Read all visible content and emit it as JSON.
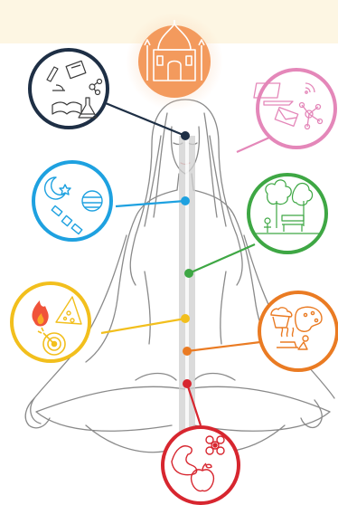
{
  "colors": {
    "background": "#ffffff",
    "top_band": "#fdf6e3",
    "figure_line": "#8a8a8a",
    "spine_band": "#cfcfcf",
    "crown": "#f39a5d",
    "crown_glow": "#fbd1b0",
    "third_eye": "#1e2f45",
    "throat": "#e487b9",
    "upper_blue": "#1ea1e0",
    "heart": "#3ea744",
    "solar": "#f2bf1d",
    "sacral": "#ea7b23",
    "root": "#d7262f",
    "icon_line": "#3b3b3b"
  },
  "nodes": [
    {
      "name": "crown",
      "color_key": "crown",
      "icons": [
        "taj-mahal-icon"
      ]
    },
    {
      "name": "third-eye",
      "color_key": "third_eye",
      "icons": [
        "book-icon",
        "microscope-icon",
        "flask-icon",
        "molecule-icon",
        "open-book-icon"
      ]
    },
    {
      "name": "throat",
      "color_key": "throat",
      "icons": [
        "laptop-icon",
        "wifi-icon",
        "envelope-icon",
        "network-icon"
      ]
    },
    {
      "name": "upper-blue",
      "color_key": "upper_blue",
      "icons": [
        "moon-star-icon",
        "planet-icon",
        "satellite-icon"
      ]
    },
    {
      "name": "heart",
      "color_key": "heart",
      "icons": [
        "park-scene-icon",
        "bench-icon",
        "tree-icon"
      ]
    },
    {
      "name": "solar",
      "color_key": "solar",
      "icons": [
        "flame-icon",
        "pizza-icon",
        "target-icon"
      ]
    },
    {
      "name": "sacral",
      "color_key": "sacral",
      "icons": [
        "cupcake-icon",
        "palette-icon",
        "spa-icon"
      ]
    },
    {
      "name": "root",
      "color_key": "root",
      "icons": [
        "flexed-arm-icon",
        "flower-icon",
        "apple-icon"
      ]
    }
  ]
}
